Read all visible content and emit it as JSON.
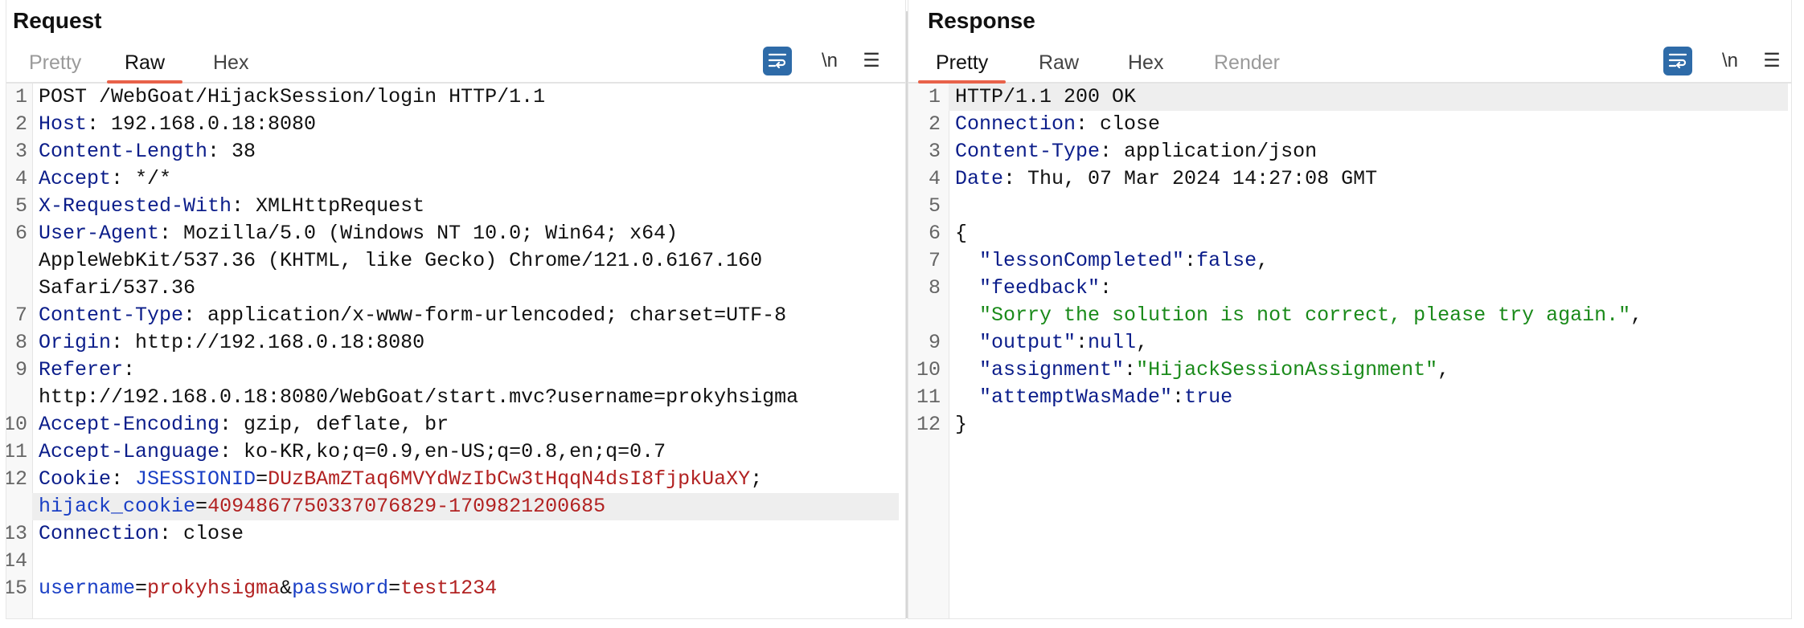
{
  "request": {
    "title": "Request",
    "tabs": [
      {
        "label": "Pretty",
        "state": "dim"
      },
      {
        "label": "Raw",
        "state": "active"
      },
      {
        "label": "Hex",
        "state": "normal"
      }
    ],
    "tools": {
      "newline_label": "\\n",
      "menu_label": "☰"
    },
    "lines": [
      {
        "n": "1",
        "parts": [
          {
            "t": "POST /WebGoat/HijackSession/login HTTP/1.1",
            "c": "val"
          }
        ]
      },
      {
        "n": "2",
        "parts": [
          {
            "t": "Host",
            "c": "hk"
          },
          {
            "t": ": 192.168.0.18:8080",
            "c": "val"
          }
        ]
      },
      {
        "n": "3",
        "parts": [
          {
            "t": "Content-Length",
            "c": "hk"
          },
          {
            "t": ": 38",
            "c": "val"
          }
        ]
      },
      {
        "n": "4",
        "parts": [
          {
            "t": "Accept",
            "c": "hk"
          },
          {
            "t": ": */*",
            "c": "val"
          }
        ]
      },
      {
        "n": "5",
        "parts": [
          {
            "t": "X-Requested-With",
            "c": "hk"
          },
          {
            "t": ": XMLHttpRequest",
            "c": "val"
          }
        ]
      },
      {
        "n": "6",
        "parts": [
          {
            "t": "User-Agent",
            "c": "hk"
          },
          {
            "t": ": Mozilla/5.0 (Windows NT 10.0; Win64; x64)",
            "c": "val"
          }
        ]
      },
      {
        "n": "",
        "parts": [
          {
            "t": "AppleWebKit/537.36 (KHTML, like Gecko) Chrome/121.0.6167.160",
            "c": "val"
          }
        ]
      },
      {
        "n": "",
        "parts": [
          {
            "t": "Safari/537.36",
            "c": "val"
          }
        ]
      },
      {
        "n": "7",
        "parts": [
          {
            "t": "Content-Type",
            "c": "hk"
          },
          {
            "t": ": application/x-www-form-urlencoded; charset=UTF-8",
            "c": "val"
          }
        ]
      },
      {
        "n": "8",
        "parts": [
          {
            "t": "Origin",
            "c": "hk"
          },
          {
            "t": ": http://192.168.0.18:8080",
            "c": "val"
          }
        ]
      },
      {
        "n": "9",
        "parts": [
          {
            "t": "Referer",
            "c": "hk"
          },
          {
            "t": ":",
            "c": "val"
          }
        ]
      },
      {
        "n": "",
        "parts": [
          {
            "t": "http://192.168.0.18:8080/WebGoat/start.mvc?username=prokyhsigma",
            "c": "val"
          }
        ]
      },
      {
        "n": "10",
        "parts": [
          {
            "t": "Accept-Encoding",
            "c": "hk"
          },
          {
            "t": ": gzip, deflate, br",
            "c": "val"
          }
        ]
      },
      {
        "n": "11",
        "parts": [
          {
            "t": "Accept-Language",
            "c": "hk"
          },
          {
            "t": ": ko-KR,ko;q=0.9,en-US;q=0.8,en;q=0.7",
            "c": "val"
          }
        ]
      },
      {
        "n": "12",
        "parts": [
          {
            "t": "Cookie",
            "c": "hk"
          },
          {
            "t": ": ",
            "c": "val"
          },
          {
            "t": "JSESSIONID",
            "c": "ck"
          },
          {
            "t": "=",
            "c": "val"
          },
          {
            "t": "DUzBAmZTaq6MVYdWzIbCw3tHqqN4dsI8fjpkUaXY",
            "c": "cv"
          },
          {
            "t": ";",
            "c": "val"
          }
        ]
      },
      {
        "n": "",
        "hl": true,
        "parts": [
          {
            "t": "hijack_cookie",
            "c": "ck"
          },
          {
            "t": "=",
            "c": "val"
          },
          {
            "t": "4094867750337076829-1709821200685",
            "c": "cv"
          }
        ]
      },
      {
        "n": "13",
        "parts": [
          {
            "t": "Connection",
            "c": "hk"
          },
          {
            "t": ": close",
            "c": "val"
          }
        ]
      },
      {
        "n": "14",
        "parts": []
      },
      {
        "n": "15",
        "parts": [
          {
            "t": "username",
            "c": "ck"
          },
          {
            "t": "=",
            "c": "val"
          },
          {
            "t": "prokyhsigma",
            "c": "cv"
          },
          {
            "t": "&",
            "c": "val"
          },
          {
            "t": "password",
            "c": "ck"
          },
          {
            "t": "=",
            "c": "val"
          },
          {
            "t": "test1234",
            "c": "cv"
          }
        ]
      }
    ]
  },
  "response": {
    "title": "Response",
    "tabs": [
      {
        "label": "Pretty",
        "state": "active"
      },
      {
        "label": "Raw",
        "state": "normal"
      },
      {
        "label": "Hex",
        "state": "normal"
      },
      {
        "label": "Render",
        "state": "dim"
      }
    ],
    "tools": {
      "newline_label": "\\n",
      "menu_label": "☰"
    },
    "lines": [
      {
        "n": "1",
        "hl": true,
        "parts": [
          {
            "t": "HTTP/1.1 200 OK",
            "c": "val"
          }
        ]
      },
      {
        "n": "2",
        "parts": [
          {
            "t": "Connection",
            "c": "hk"
          },
          {
            "t": ": close",
            "c": "val"
          }
        ]
      },
      {
        "n": "3",
        "parts": [
          {
            "t": "Content-Type",
            "c": "hk"
          },
          {
            "t": ": application/json",
            "c": "val"
          }
        ]
      },
      {
        "n": "4",
        "parts": [
          {
            "t": "Date",
            "c": "hk"
          },
          {
            "t": ": Thu, 07 Mar 2024 14:27:08 GMT",
            "c": "val"
          }
        ]
      },
      {
        "n": "5",
        "parts": []
      },
      {
        "n": "6",
        "parts": [
          {
            "t": "{",
            "c": "val"
          }
        ]
      },
      {
        "n": "7",
        "parts": [
          {
            "t": "  \"lessonCompleted\"",
            "c": "jkey"
          },
          {
            "t": ":",
            "c": "val"
          },
          {
            "t": "false",
            "c": "jlit"
          },
          {
            "t": ",",
            "c": "val"
          }
        ]
      },
      {
        "n": "8",
        "parts": [
          {
            "t": "  \"feedback\"",
            "c": "jkey"
          },
          {
            "t": ":",
            "c": "val"
          }
        ]
      },
      {
        "n": "",
        "parts": [
          {
            "t": "  \"Sorry the solution is not correct, please try again.\"",
            "c": "jstr"
          },
          {
            "t": ",",
            "c": "val"
          }
        ]
      },
      {
        "n": "9",
        "parts": [
          {
            "t": "  \"output\"",
            "c": "jkey"
          },
          {
            "t": ":",
            "c": "val"
          },
          {
            "t": "null",
            "c": "jlit"
          },
          {
            "t": ",",
            "c": "val"
          }
        ]
      },
      {
        "n": "10",
        "parts": [
          {
            "t": "  \"assignment\"",
            "c": "jkey"
          },
          {
            "t": ":",
            "c": "val"
          },
          {
            "t": "\"HijackSessionAssignment\"",
            "c": "jstr"
          },
          {
            "t": ",",
            "c": "val"
          }
        ]
      },
      {
        "n": "11",
        "parts": [
          {
            "t": "  \"attemptWasMade\"",
            "c": "jkey"
          },
          {
            "t": ":",
            "c": "val"
          },
          {
            "t": "true",
            "c": "jlit"
          }
        ]
      },
      {
        "n": "12",
        "parts": [
          {
            "t": "}",
            "c": "val"
          }
        ]
      }
    ]
  }
}
